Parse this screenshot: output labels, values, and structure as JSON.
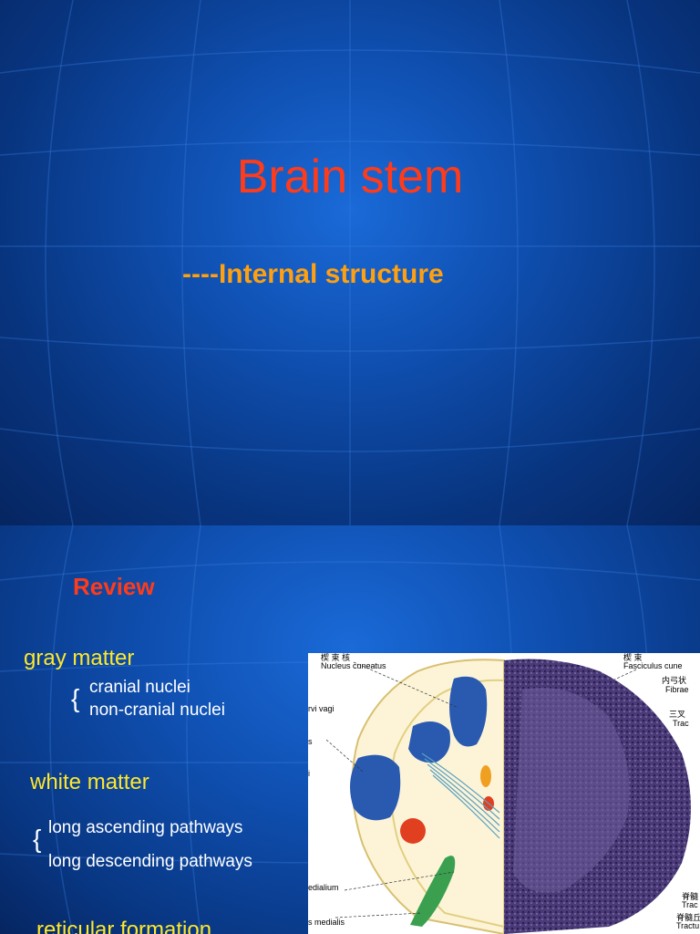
{
  "slide1": {
    "title": "Brain stem",
    "subtitle": "----Internal structure"
  },
  "slide2": {
    "review": "Review",
    "gray_matter": {
      "heading": "gray matter",
      "items": [
        "cranial nuclei",
        "non-cranial nuclei"
      ]
    },
    "white_matter": {
      "heading": "white matter",
      "items": [
        "long ascending pathways",
        "long descending pathways"
      ]
    },
    "reticular": {
      "heading": "reticular formation"
    },
    "figure_labels": {
      "nucleus_cuneatus": "Nucleus cuneatus",
      "fasciculus": "Fasciculus cune",
      "vagi": "rvi vagi",
      "medialium": "edialium",
      "medialis": "s medialis",
      "fibrae": "Fibrae",
      "trac1": "Trac",
      "trac2": "Trac",
      "trac3": "Tractu",
      "cn1": "内弓状",
      "cn2": "三叉",
      "cn3": "脊髓",
      "cn4": "脊髓丘",
      "s1": "s",
      "i1": "i",
      "top_cn1": "楔 束 核",
      "top_cn2": "楔 束"
    }
  }
}
